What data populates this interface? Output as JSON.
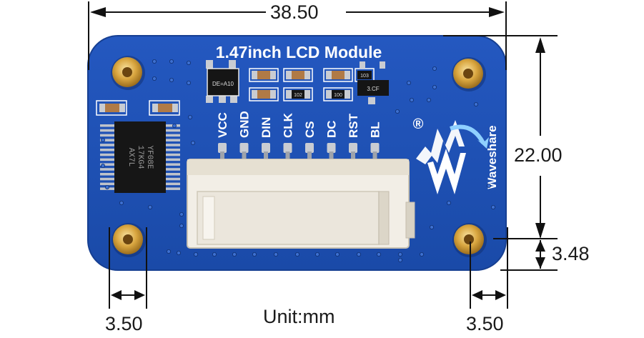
{
  "board": {
    "title": "1.47inch LCD Module",
    "brand": "Waveshare",
    "registered_mark": "®",
    "chip_marking": [
      "YF08E",
      "17KG4",
      "AX7L"
    ],
    "pins": [
      "VCC",
      "GND",
      "DIN",
      "CLK",
      "CS",
      "DC",
      "RST",
      "BL"
    ],
    "component_labels": {
      "regulator": "DE=A10",
      "r1": "102",
      "r2": "103",
      "r3": "100",
      "transistor": "3.CF"
    }
  },
  "dimensions": {
    "width": "38.50",
    "height": "22.00",
    "hole_offset_y": "3.48",
    "hole_offset_x_left": "3.50",
    "hole_offset_x_right": "3.50",
    "unit": "Unit:mm"
  },
  "colors": {
    "pcb": "#1e50b4",
    "pcb_edge": "#163f92",
    "gold": "#d9a640",
    "connector": "#f2eee6",
    "silkscreen": "#ffffff"
  }
}
